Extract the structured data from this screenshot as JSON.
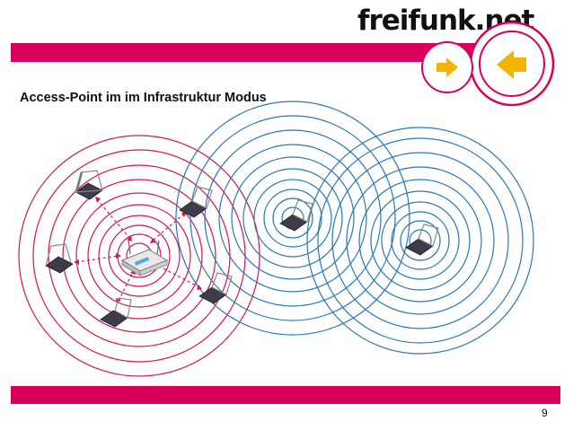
{
  "header": {
    "logo_text": "freifunk.net",
    "title": "Access-Point im im Infrastruktur Modus"
  },
  "footer": {
    "page_number": "9"
  },
  "colors": {
    "brand_magenta": "#d8005a",
    "accent_yellow": "#f2b400",
    "wave_blue": "#2a78b6",
    "wave_magenta": "#d4145a"
  },
  "icons": [
    "arrow-right-icon",
    "arrow-left-icon",
    "access-point-icon",
    "laptop-icon"
  ],
  "diagram": {
    "devices": [
      {
        "id": "access-point",
        "kind": "router",
        "wave_color": "magenta"
      },
      {
        "id": "client-top-left",
        "kind": "laptop"
      },
      {
        "id": "client-top-right",
        "kind": "laptop"
      },
      {
        "id": "client-left",
        "kind": "laptop"
      },
      {
        "id": "client-bottom-left",
        "kind": "laptop"
      },
      {
        "id": "client-bottom-right",
        "kind": "laptop"
      },
      {
        "id": "laptop-blue-1",
        "kind": "laptop",
        "wave_color": "blue"
      },
      {
        "id": "laptop-blue-2",
        "kind": "laptop",
        "wave_color": "blue"
      }
    ]
  }
}
